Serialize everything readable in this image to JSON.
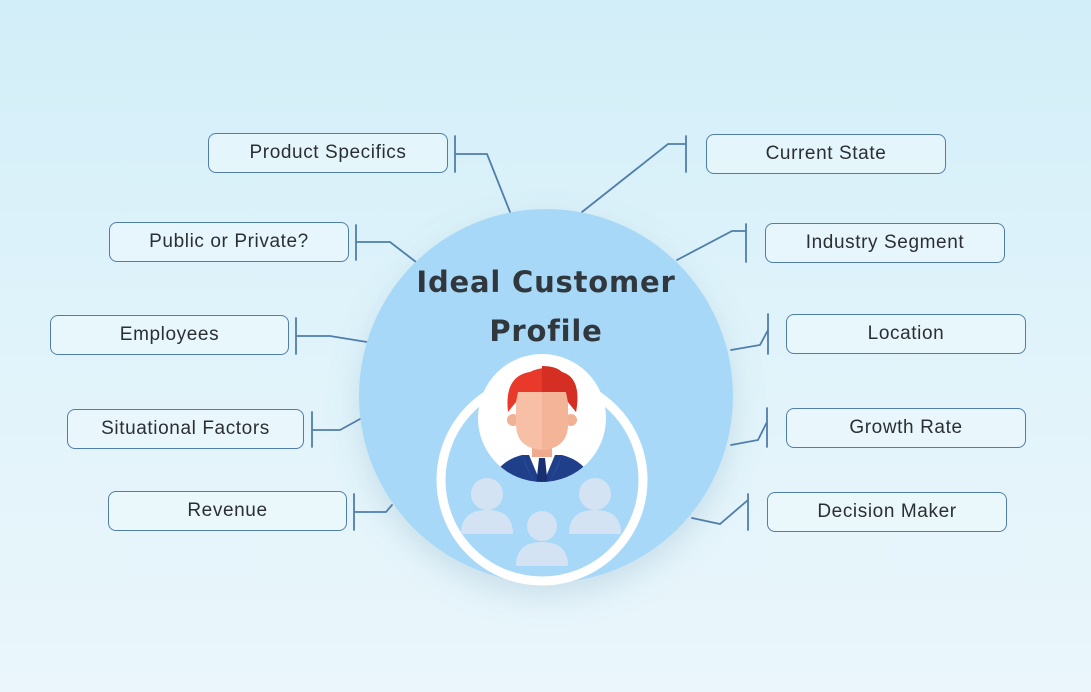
{
  "hub": {
    "title_line1": "Ideal Customer",
    "title_line2": "Profile",
    "icon": "customer-persona-group-icon"
  },
  "left_items": [
    {
      "label": "Product Specifics"
    },
    {
      "label": "Public or Private?"
    },
    {
      "label": "Employees"
    },
    {
      "label": "Situational Factors"
    },
    {
      "label": "Revenue"
    }
  ],
  "right_items": [
    {
      "label": "Current State"
    },
    {
      "label": "Industry Segment"
    },
    {
      "label": "Location"
    },
    {
      "label": "Growth Rate"
    },
    {
      "label": "Decision Maker"
    }
  ],
  "colors": {
    "hub_fill": "#a8d8f8",
    "connector": "#4f7eaa",
    "hair": "#e8392b",
    "skin": "#f7c0a6",
    "suit": "#1f3f8a",
    "people_icon": "#d3e3f3"
  }
}
